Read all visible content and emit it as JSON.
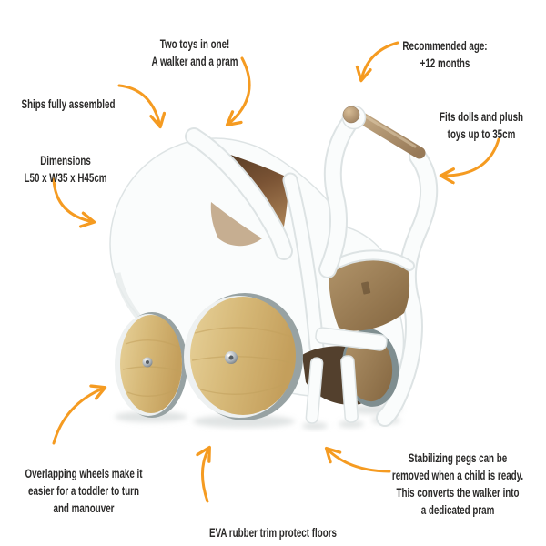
{
  "illustration": {
    "name": "wooden-toy-pram-walker",
    "parts": [
      "pram-hood",
      "hood-interior",
      "seat-back-panel",
      "handle-bar",
      "handle-knob",
      "front-wheel-large",
      "front-wheel-small",
      "rear-wheel",
      "stabilizing-pegs",
      "eva-rubber-trim"
    ]
  },
  "colors": {
    "background": "#ffffff",
    "text": "#2b2a29",
    "arrow": "#f59b21",
    "body_white": "#fafcfc",
    "body_edge": "#dde3e4",
    "hood_interior_dark": "#503823",
    "hood_interior_light": "#a87f53",
    "wood_light": "#e6cf97",
    "wood_dark": "#c9a561",
    "handle_wood": "#b39672",
    "wheel_trim": "#97a2a3",
    "rear_wheel": "#a8895e",
    "hub_silver": "#9da4ab"
  },
  "annotations": {
    "two_toys": {
      "text": "Two toys in one!\nA walker and a pram"
    },
    "recommended_age": {
      "text": "Recommended age:\n+12 months"
    },
    "ships_assembled": {
      "text": "Ships fully assembled"
    },
    "dimensions": {
      "text": "Dimensions\nL50 x W35 x H45cm"
    },
    "fits_dolls": {
      "text": "Fits dolls and plush\ntoys up to 35cm"
    },
    "overlapping_wheels": {
      "text": "Overlapping wheels make it\neasier for a toddler to turn\nand manouver"
    },
    "eva_trim": {
      "text": "EVA rubber trim protect floors"
    },
    "stabilizing_pegs": {
      "text": "Stabilizing pegs can be\nremoved when a child is ready.\nThis converts the walker into\na dedicated pram"
    }
  }
}
